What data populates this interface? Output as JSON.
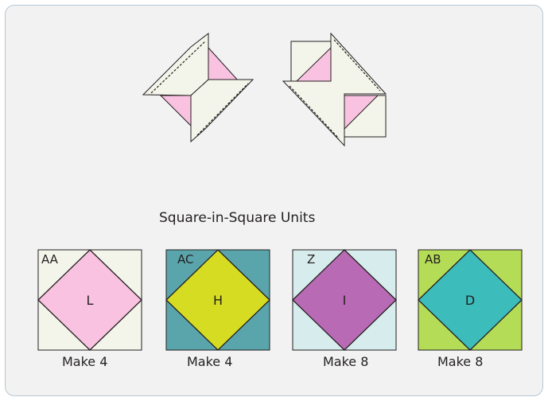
{
  "title": "Square-in-Square Units",
  "colors": {
    "cream": "#f4f5ea",
    "pink": "#f8c2e0",
    "teal_dark": "#5aa5ab",
    "yellow_green": "#d6dc22",
    "light_aqua": "#d7ecec",
    "purple": "#b86ab4",
    "lime": "#b4dc57",
    "teal": "#3cbcba"
  },
  "units": [
    {
      "corner_label": "AA",
      "center_label": "L",
      "caption": "Make 4",
      "background_color": "#f4f5ea",
      "diamond_color": "#f8c2e0"
    },
    {
      "corner_label": "AC",
      "center_label": "H",
      "caption": "Make 4",
      "background_color": "#5aa5ab",
      "diamond_color": "#d6dc22"
    },
    {
      "corner_label": "Z",
      "center_label": "I",
      "caption": "Make 8",
      "background_color": "#d7ecec",
      "diamond_color": "#b86ab4"
    },
    {
      "corner_label": "AB",
      "center_label": "D",
      "caption": "Make 8",
      "background_color": "#b4dc57",
      "diamond_color": "#3cbcba"
    }
  ]
}
